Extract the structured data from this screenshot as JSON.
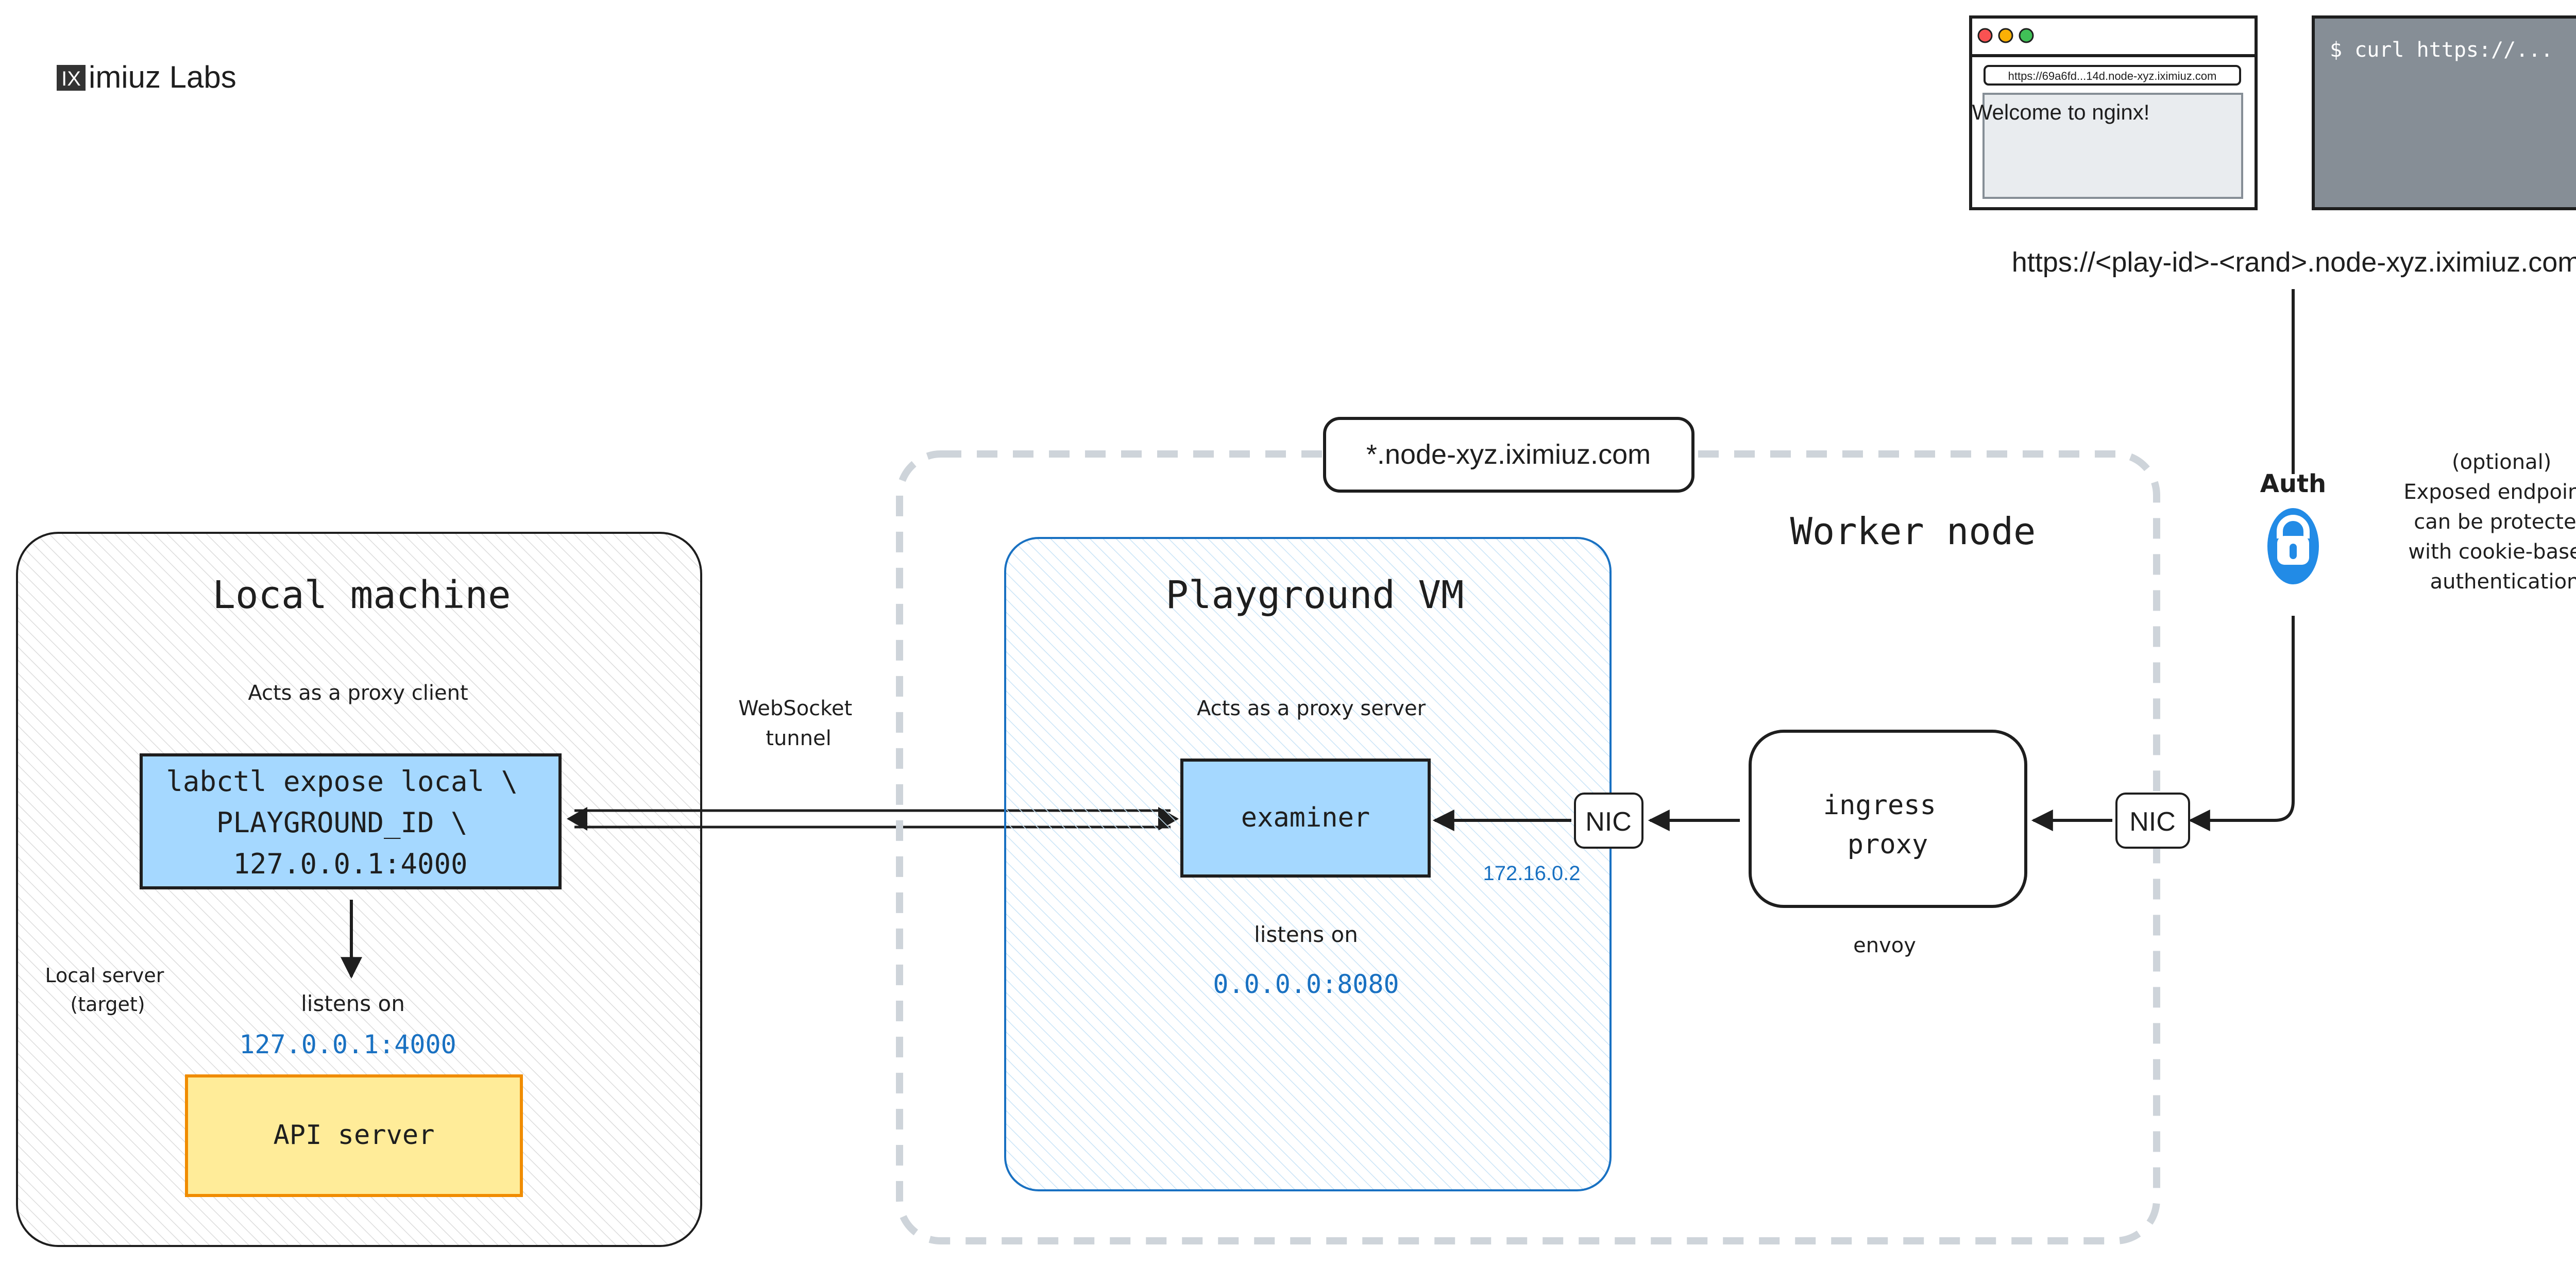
{
  "logo": {
    "mark": "IX",
    "text": "imiuz Labs"
  },
  "client_examples": {
    "browser": {
      "url": "https://69a6fd...14d.node-xyz.iximiuz.com",
      "content": "Welcome to nginx!"
    },
    "terminal": {
      "command": "$ curl https://..."
    },
    "public_url": "https://<play-id>-<rand>.node-xyz.iximiuz.com"
  },
  "auth": {
    "label": "Auth",
    "icon": "lock-icon",
    "note": [
      "(optional)",
      "Exposed endpoints",
      "can be protected",
      "with cookie-based",
      "authentication"
    ]
  },
  "local_machine": {
    "title": "Local machine",
    "role": "Acts as a proxy client",
    "command": [
      "labctl expose local \\",
      "PLAYGROUND_ID \\",
      "127.0.0.1:4000"
    ],
    "server_label": [
      "Local server",
      "(target)"
    ],
    "listens_on": "listens on",
    "address": "127.0.0.1:4000",
    "api_server": "API server"
  },
  "tunnel": {
    "label": [
      "WebSocket",
      "tunnel"
    ]
  },
  "worker_node": {
    "domain": "*.node-xyz.iximiuz.com",
    "title": "Worker node",
    "playground_vm": {
      "title": "Playground VM",
      "role": "Acts as a proxy server",
      "examiner": "examiner",
      "listens_on": "listens on",
      "address": "0.0.0.0:8080"
    },
    "vm_nic": {
      "label": "NIC",
      "ip": "172.16.0.2"
    },
    "ingress": {
      "label": [
        "ingress",
        "proxy"
      ],
      "impl": "envoy"
    },
    "node_nic": {
      "label": "NIC"
    }
  },
  "colors": {
    "blue_box": "#a5d8ff",
    "accent_blue": "#1971c2",
    "api_fill": "#ffec99",
    "api_stroke": "#f08c00",
    "auth_blue": "#228be6",
    "terminal": "#868e96",
    "dashed": "#ced4da"
  }
}
